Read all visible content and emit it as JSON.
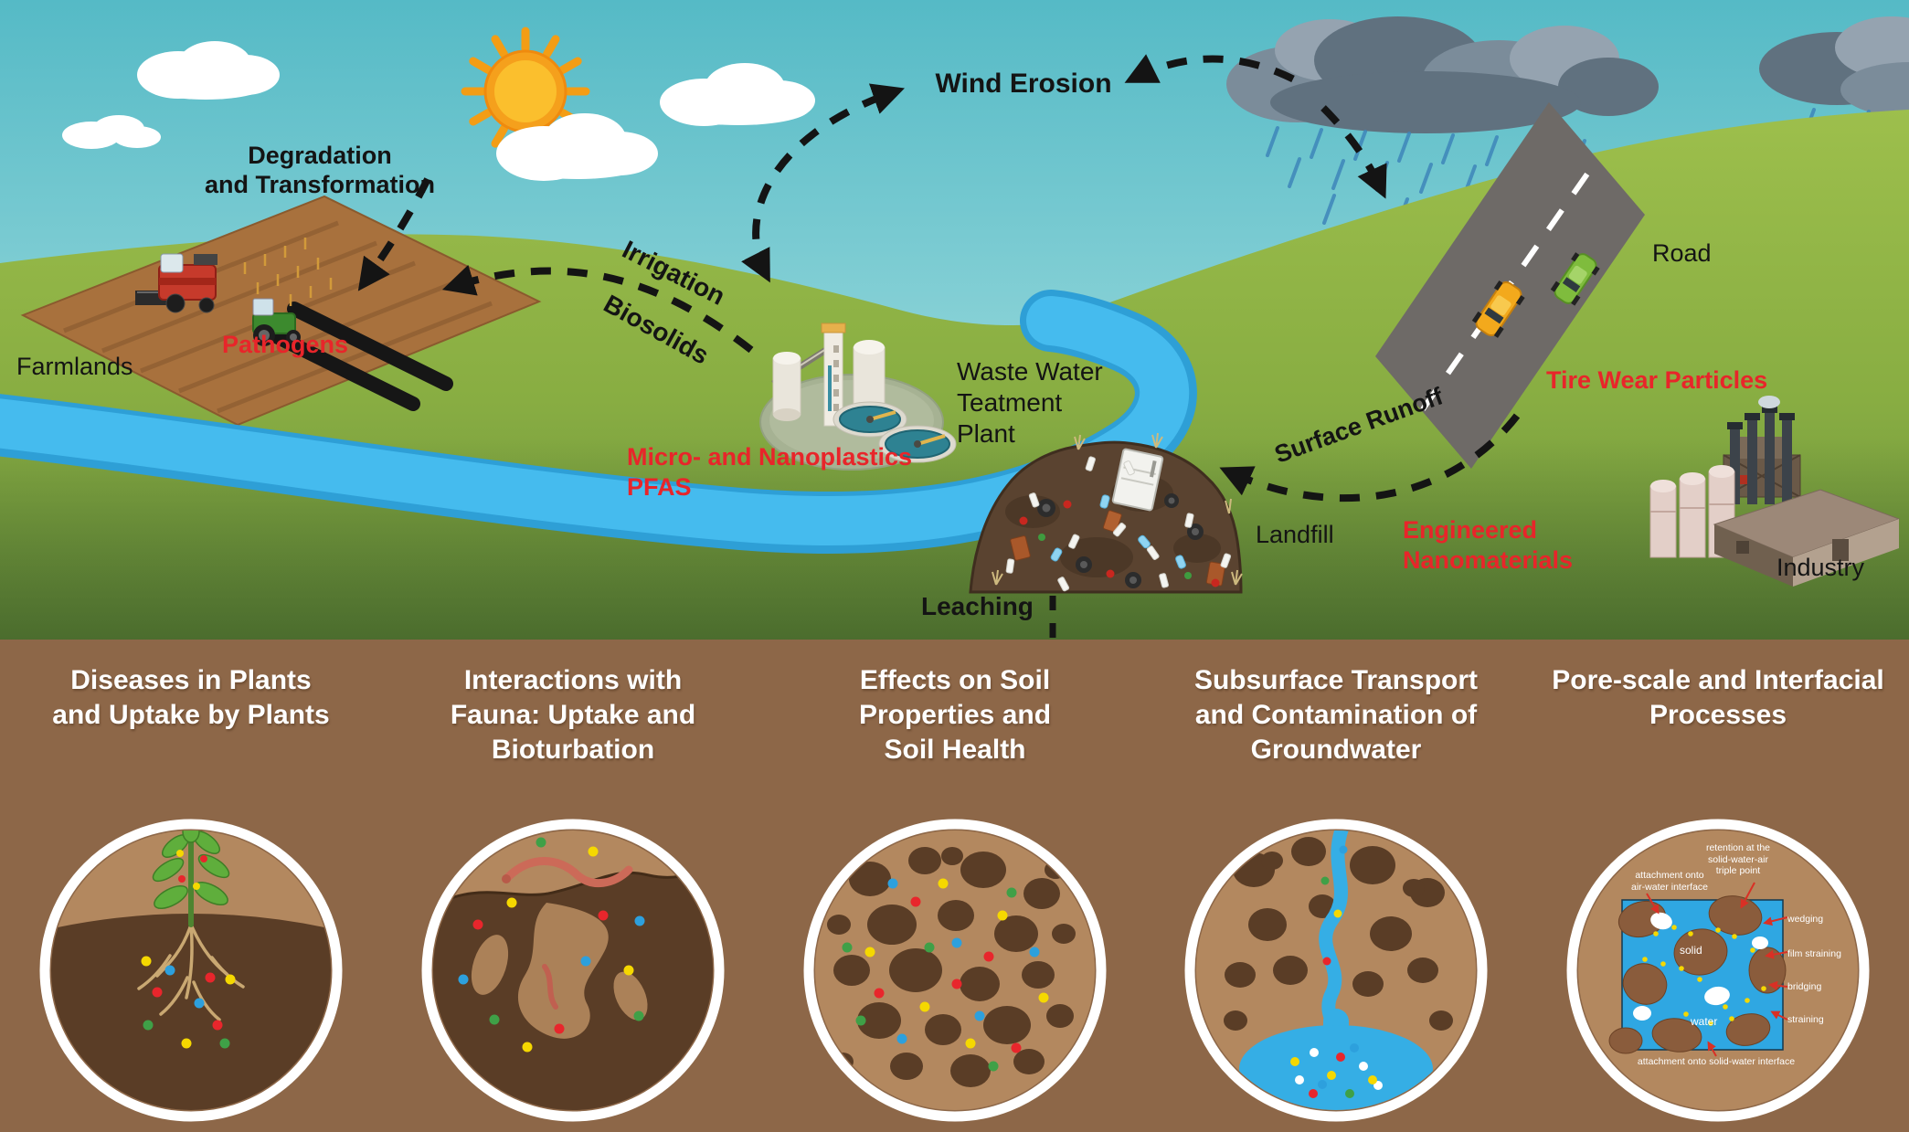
{
  "scene": {
    "wind_erosion": "Wind Erosion",
    "degradation": "Degradation\nand Transformation",
    "irrigation": "Irrigation",
    "biosolids": "Biosolids",
    "farmlands": "Farmlands",
    "pathogens": "Pathogens",
    "wwtp": "Waste Water\nTeatment\nPlant",
    "micro_nanoplastics": "Micro- and Nanoplastics\nPFAS",
    "road": "Road",
    "tire_wear": "Tire Wear Particles",
    "surface_runoff": "Surface Runoff",
    "landfill": "Landfill",
    "engineered_nanomaterials": "Engineered\nNanomaterials",
    "industry": "Industry",
    "leaching": "Leaching"
  },
  "panels": [
    {
      "id": "plants",
      "title": "Diseases in Plants\nand Uptake by Plants"
    },
    {
      "id": "fauna",
      "title": "Interactions with\nFauna: Uptake and\nBioturbation"
    },
    {
      "id": "soil",
      "title": "Effects on Soil\nProperties and\nSoil Health"
    },
    {
      "id": "groundwater",
      "title": "Subsurface Transport\nand Contamination of\nGroundwater"
    },
    {
      "id": "pore",
      "title": "Pore-scale and Interfacial\nProcesses"
    }
  ],
  "pore": {
    "attachment_air_water": "attachment onto\nair-water interface",
    "retention_triple_point": "retention at the\nsolid-water-air\ntriple point",
    "wedging": "wedging",
    "film_straining": "film straining",
    "bridging": "bridging",
    "straining": "straining",
    "solid": "solid",
    "water": "water",
    "attachment_solid_water": "attachment onto solid-water interface"
  },
  "colors": {
    "sky_top": "#55bac6",
    "sky_bottom": "#cdeaea",
    "grass_light": "#9dbf4c",
    "grass_dark": "#5e8238",
    "soil_band": "#8d6748",
    "circle_tan": "#b3885f",
    "circle_dark": "#5a3d26",
    "river_blue": "#3fb3e8",
    "red_label": "#e8252a",
    "black_label": "#141414",
    "white": "#ffffff",
    "dot_red": "#e8262c",
    "dot_yellow": "#f5d800",
    "dot_blue": "#2da0dd",
    "dot_green": "#3fa047"
  }
}
